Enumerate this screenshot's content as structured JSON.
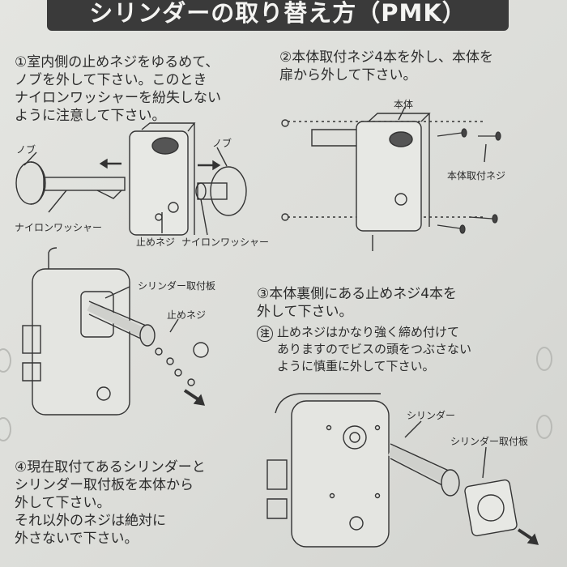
{
  "title": "シリンダーの取り替え方（PMK）",
  "steps": {
    "step1": "①室内側の止めネジをゆるめて、\nノブを外して下さい。このとき\nナイロンワッシャーを紛失しない\nように注意して下さい。",
    "step2": "②本体取付ネジ4本を外し、本体を\n扉から外して下さい。",
    "step3": "③本体裏側にある止めネジ4本を\n外して下さい。",
    "step3_note": "止めネジはかなり強く締め付けて\nありますのでビスの頭をつぶさない\nように慎重に外して下さい。",
    "step4": "④現在取付てあるシリンダーと\nシリンダー取付板を本体から\n外して下さい。\nそれ以外のネジは絶対に\n外さないで下さい。"
  },
  "note_mark": "注",
  "labels": {
    "knob_left": "ノブ",
    "knob_right": "ノブ",
    "nylon_washer_left": "ナイロンワッシャー",
    "set_screw_1": "止めネジ",
    "nylon_washer_right": "ナイロンワッシャー",
    "body": "本体",
    "body_screw": "本体取付ネジ",
    "cyl_plate_1": "シリンダー取付板",
    "set_screw_3": "止めネジ",
    "cylinder": "シリンダー",
    "cyl_plate_4": "シリンダー取付板"
  },
  "colors": {
    "title_bg": "#3a3a3a",
    "paper": "#dcddd9",
    "ink": "#2b2b2b"
  }
}
